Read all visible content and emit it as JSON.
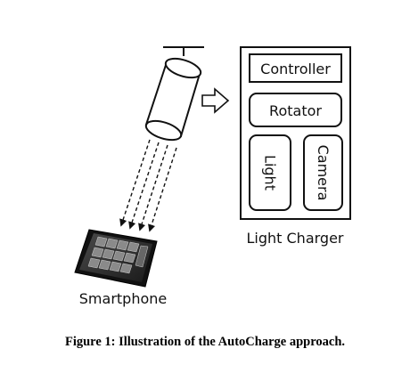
{
  "diagram": {
    "charger_label": "Light Charger",
    "modules": {
      "controller": "Controller",
      "rotator": "Rotator",
      "light": "Light",
      "camera": "Camera"
    },
    "device_label": "Smartphone",
    "caption": "Figure 1: Illustration of the AutoCharge approach."
  }
}
